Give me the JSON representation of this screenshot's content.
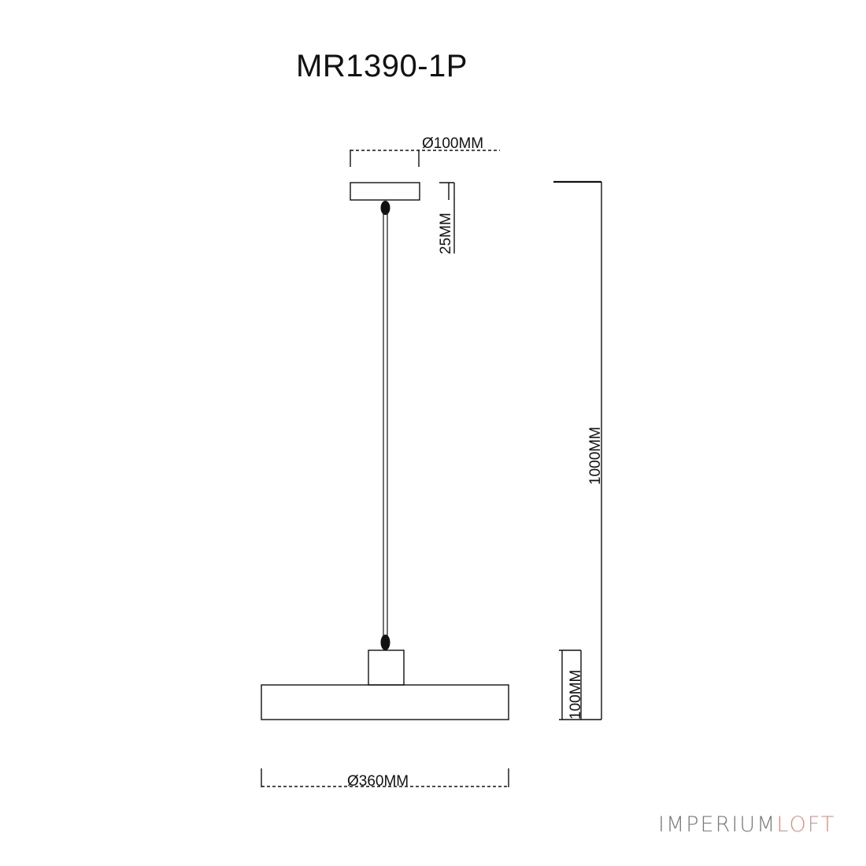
{
  "title": "MR1390-1P",
  "dimensions": {
    "canopy_diameter": "Ø100MM",
    "canopy_height": "25MM",
    "total_height": "1000MM",
    "shade_height": "100MM",
    "shade_diameter": "Ø360MM"
  },
  "watermark": {
    "part1": "IMPERIUM",
    "part2": "LOFT",
    "color1": "#7a7a7a",
    "color2": "#e58c82"
  },
  "colors": {
    "line": "#111111"
  }
}
